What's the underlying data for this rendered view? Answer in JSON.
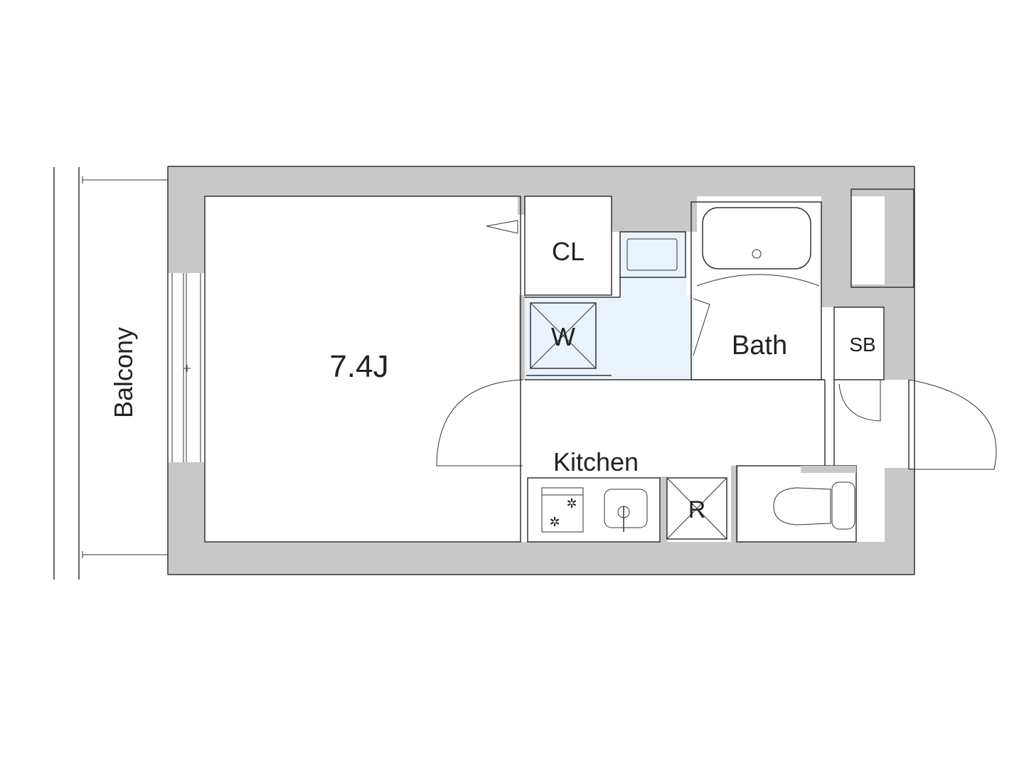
{
  "rooms": {
    "main_room": "7.4J",
    "closet": "CL",
    "bath": "Bath",
    "kitchen": "Kitchen",
    "shoe_box": "SB",
    "balcony": "Balcony"
  },
  "appliances": {
    "washer": "W",
    "refrigerator": "R"
  },
  "colors": {
    "wall": "#c8c8c8",
    "wet_area": "#eaf3fc",
    "kitchen_counter": "#e4efd9",
    "line": "#333333"
  }
}
